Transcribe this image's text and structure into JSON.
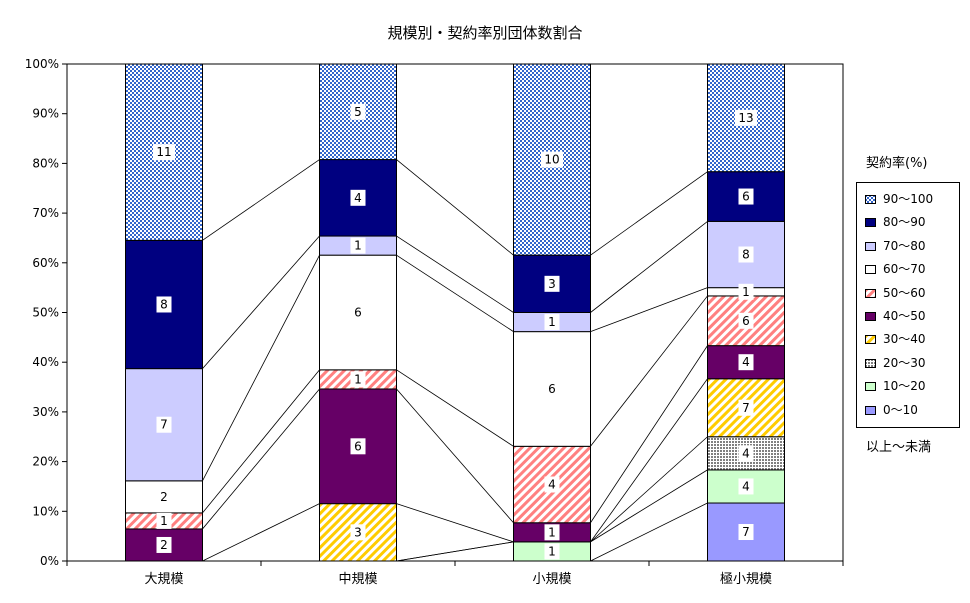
{
  "chart_data": {
    "type": "bar",
    "stacked": true,
    "normalized_percent": true,
    "title": "規模別・契約率別団体数割合",
    "categories": [
      "大規模",
      "中規模",
      "小規模",
      "極小規模"
    ],
    "yticks": [
      "0%",
      "10%",
      "20%",
      "30%",
      "40%",
      "50%",
      "60%",
      "70%",
      "80%",
      "90%",
      "100%"
    ],
    "ylim": [
      0,
      100
    ],
    "legend_title": "契約率(%)",
    "legend_note": "以上～未満",
    "legend_position": "right",
    "series_lines": true,
    "series": [
      {
        "name": "0～10",
        "key": "s0",
        "color": "#9999ff",
        "pattern": "solid",
        "values": [
          0,
          0,
          0,
          7
        ]
      },
      {
        "name": "10～20",
        "key": "s1",
        "color": "#ccffcc",
        "pattern": "solid",
        "values": [
          0,
          0,
          1,
          4
        ]
      },
      {
        "name": "20～30",
        "key": "s2",
        "color": "#808080",
        "pattern": "dots",
        "values": [
          0,
          0,
          0,
          4
        ]
      },
      {
        "name": "30～40",
        "key": "s3",
        "color": "#ffcc00",
        "pattern": "diag",
        "values": [
          0,
          3,
          0,
          7
        ]
      },
      {
        "name": "40～50",
        "key": "s4",
        "color": "#660066",
        "pattern": "solid",
        "values": [
          2,
          6,
          1,
          4
        ]
      },
      {
        "name": "50～60",
        "key": "s5",
        "color": "#ff8080",
        "pattern": "diag",
        "values": [
          1,
          1,
          4,
          6
        ]
      },
      {
        "name": "60～70",
        "key": "s6",
        "color": "#ffffff",
        "pattern": "solid",
        "values": [
          2,
          6,
          6,
          1
        ]
      },
      {
        "name": "70～80",
        "key": "s7",
        "color": "#ccccff",
        "pattern": "solid",
        "values": [
          7,
          1,
          1,
          8
        ]
      },
      {
        "name": "80～90",
        "key": "s8",
        "color": "#000080",
        "pattern": "solid",
        "values": [
          8,
          4,
          3,
          6
        ]
      },
      {
        "name": "90～100",
        "key": "s9",
        "color": "#3366cc",
        "pattern": "dots",
        "values": [
          11,
          5,
          10,
          13
        ]
      }
    ]
  }
}
